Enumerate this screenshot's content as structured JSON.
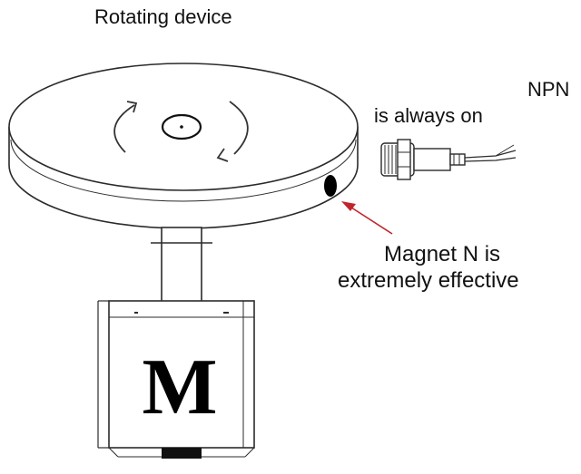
{
  "title": "Rotating device",
  "sensor_label": {
    "line1": "NPN",
    "line2": "is always on"
  },
  "magnet_label": {
    "line1": "Magnet N is",
    "line2": "extremely effective"
  },
  "motor_letter": "M",
  "colors": {
    "line": "#2b2b2b",
    "arrow": "#c0262b",
    "text": "#111111",
    "magnet": "#000000"
  }
}
